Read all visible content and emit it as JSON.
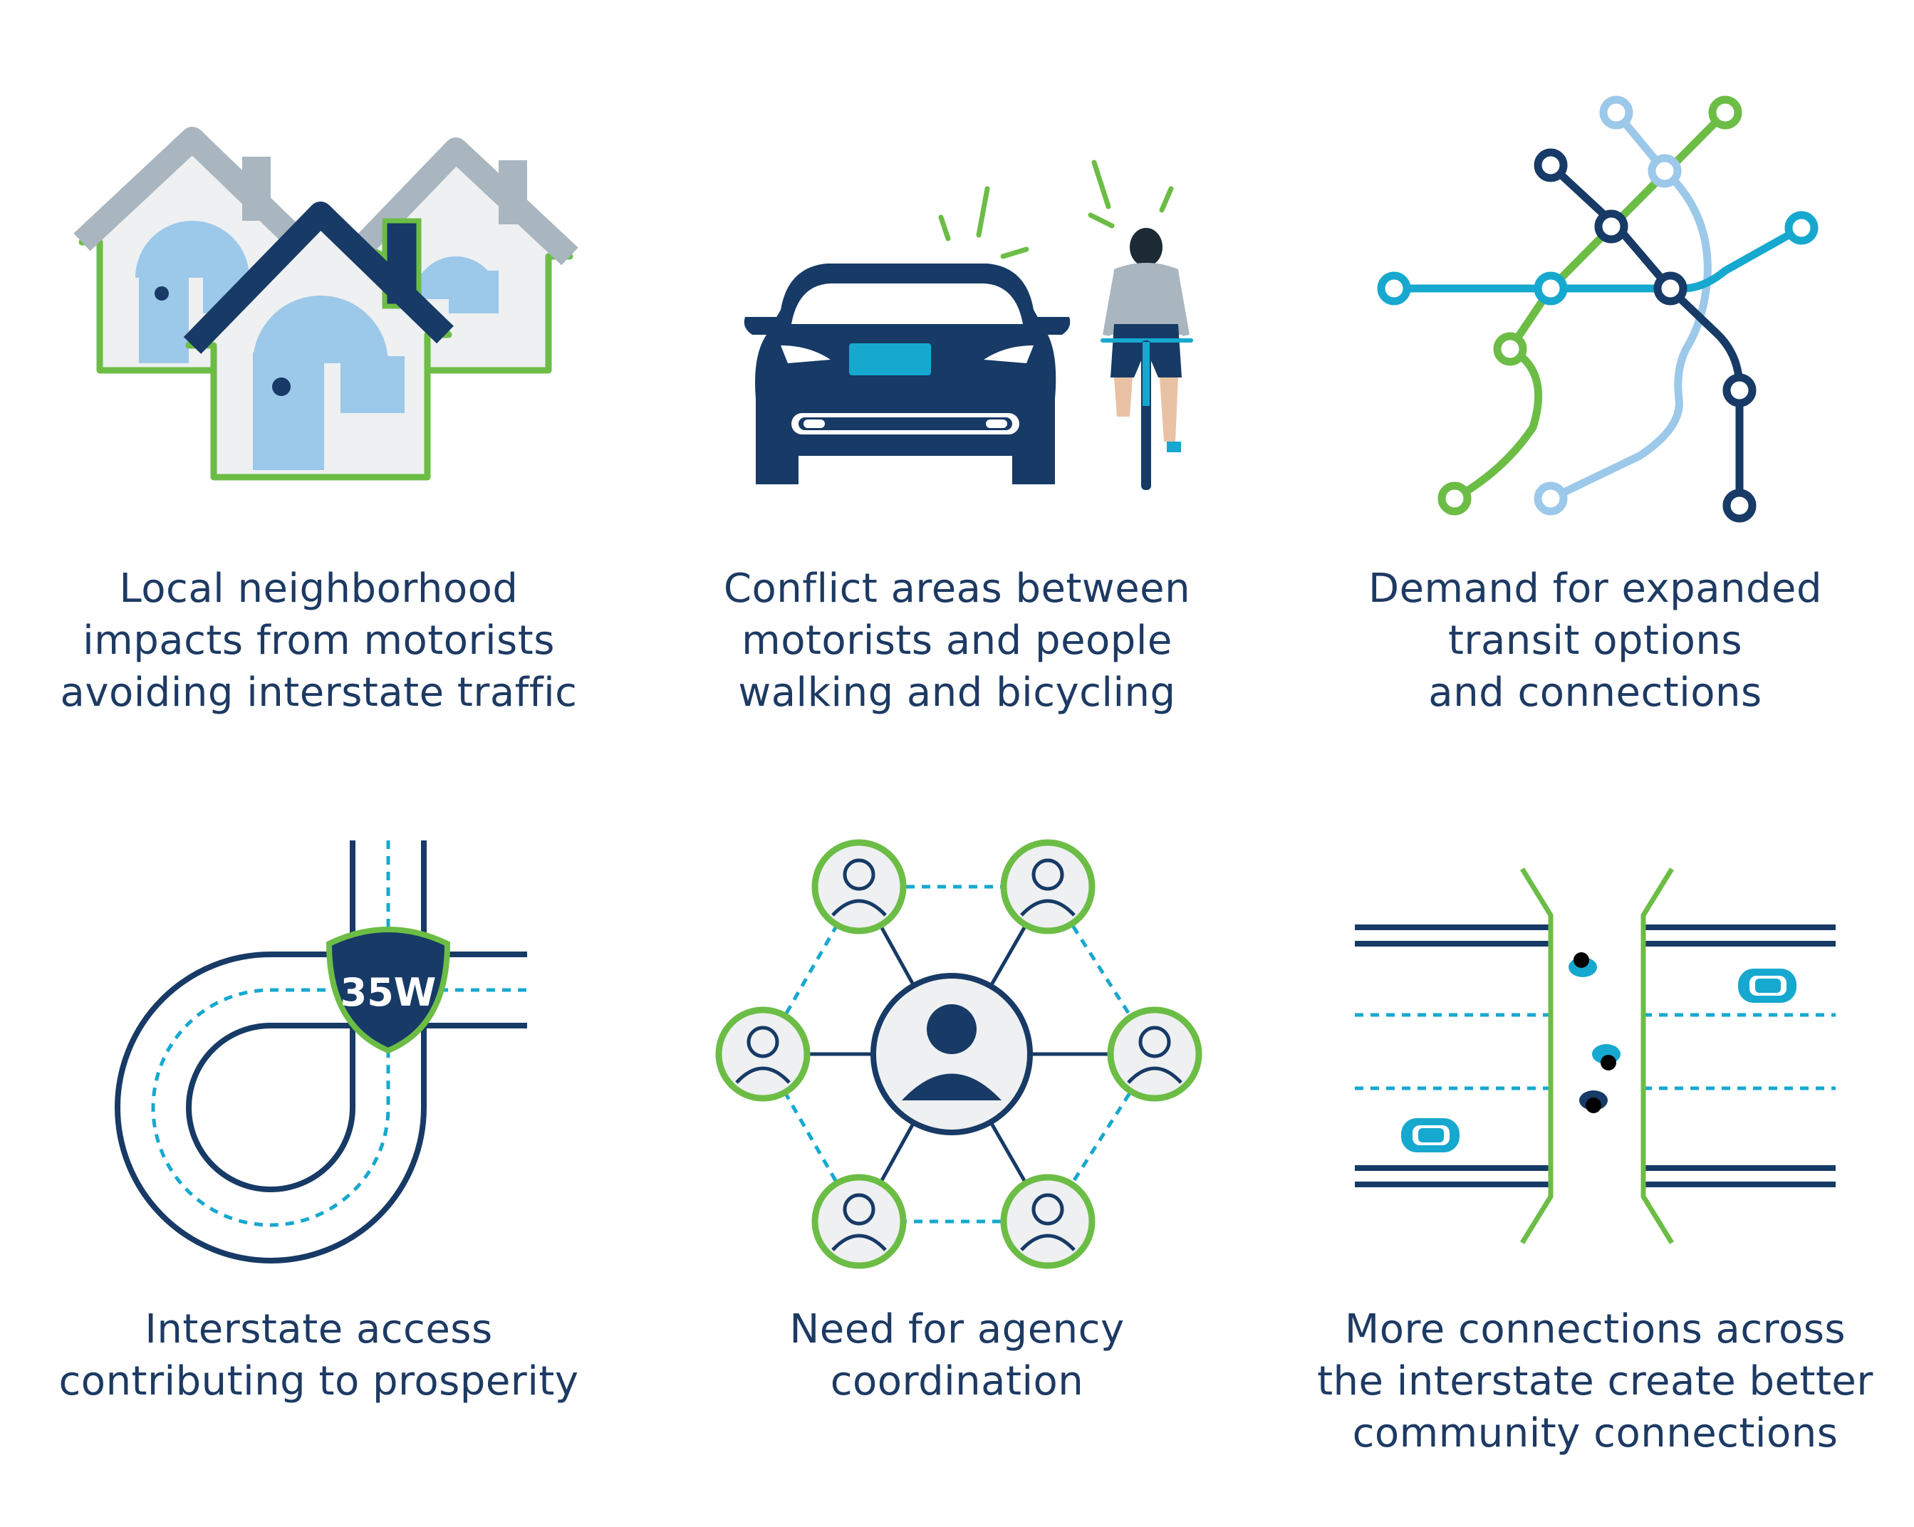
{
  "colors": {
    "navy": "#173a66",
    "green": "#6cbd45",
    "light_blue": "#9cc8ea",
    "cyan": "#16a8cf",
    "gray": "#a9b6bf",
    "pale": "#eef0f1"
  },
  "items": [
    {
      "icon": "houses-icon",
      "caption": [
        "Local neighborhood",
        "impacts from motorists",
        "avoiding interstate traffic"
      ]
    },
    {
      "icon": "car-and-bicyclist-icon",
      "caption": [
        "Conflict areas between",
        "motorists and people",
        "walking and bicycling"
      ]
    },
    {
      "icon": "transit-map-icon",
      "caption": [
        "Demand for expanded",
        "transit options",
        "and connections"
      ]
    },
    {
      "icon": "interchange-icon",
      "shield_label": "35W",
      "caption": [
        "Interstate access",
        "contributing to prosperity"
      ]
    },
    {
      "icon": "people-network-icon",
      "caption": [
        "Need for agency",
        "coordination"
      ]
    },
    {
      "icon": "crossing-bridge-icon",
      "caption": [
        "More connections across",
        "the interstate create better",
        "community connections"
      ]
    }
  ]
}
